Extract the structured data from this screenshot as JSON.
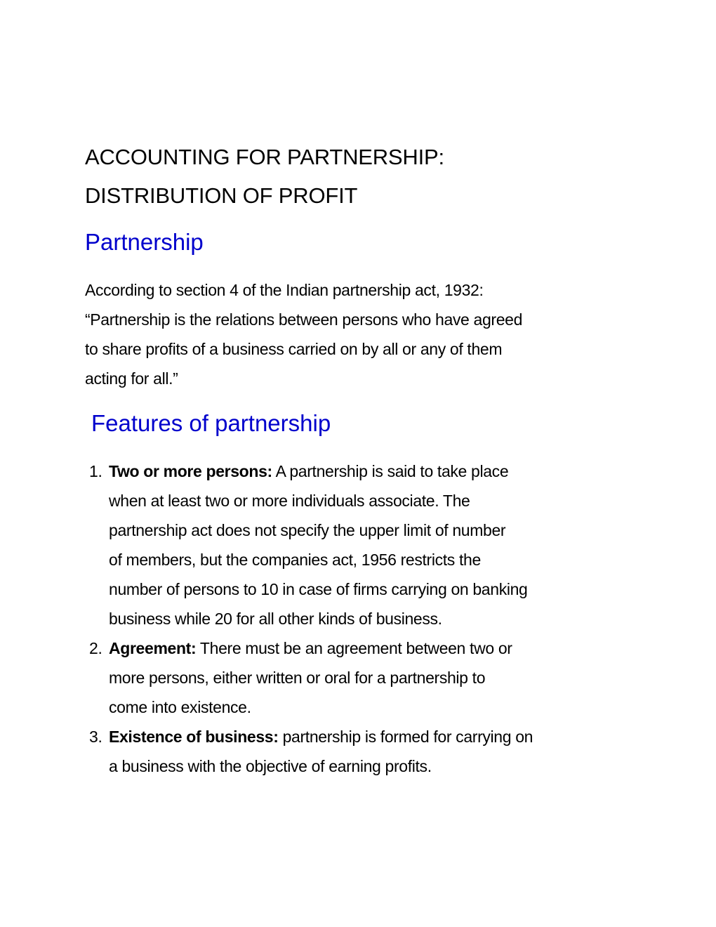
{
  "document": {
    "title_lines": [
      "ACCOUNTING FOR PARTNERSHIP:",
      "DISTRIBUTION OF PROFIT"
    ],
    "heading_color": "#0000cc",
    "sections": {
      "partnership": {
        "heading": "Partnership",
        "paragraph_lines": [
          "According to section 4 of the Indian partnership act, 1932:",
          "“Partnership is the relations between persons who have agreed",
          "to share profits of a business carried on by all or any of them",
          "acting for all.”"
        ]
      },
      "features": {
        "heading": "Features of partnership",
        "items": [
          {
            "number": "1.",
            "term": "Two or more persons:",
            "first_line": " A partnership is said to take place",
            "lines": [
              "when at least two or more individuals associate. The",
              "partnership act does not specify the upper limit of number",
              "of members, but the companies act, 1956 restricts the",
              "number of persons to 10 in case of firms carrying on banking",
              "business while 20 for all other kinds of business."
            ]
          },
          {
            "number": "2.",
            "term": "Agreement:",
            "first_line": " There must be an agreement between two or",
            "lines": [
              "more persons, either written or oral for a partnership to",
              "come into existence."
            ]
          },
          {
            "number": "3.",
            "term": "Existence of business:",
            "first_line": " partnership is formed for carrying on",
            "lines": [
              "a business with the objective of earning profits."
            ]
          }
        ]
      }
    }
  }
}
